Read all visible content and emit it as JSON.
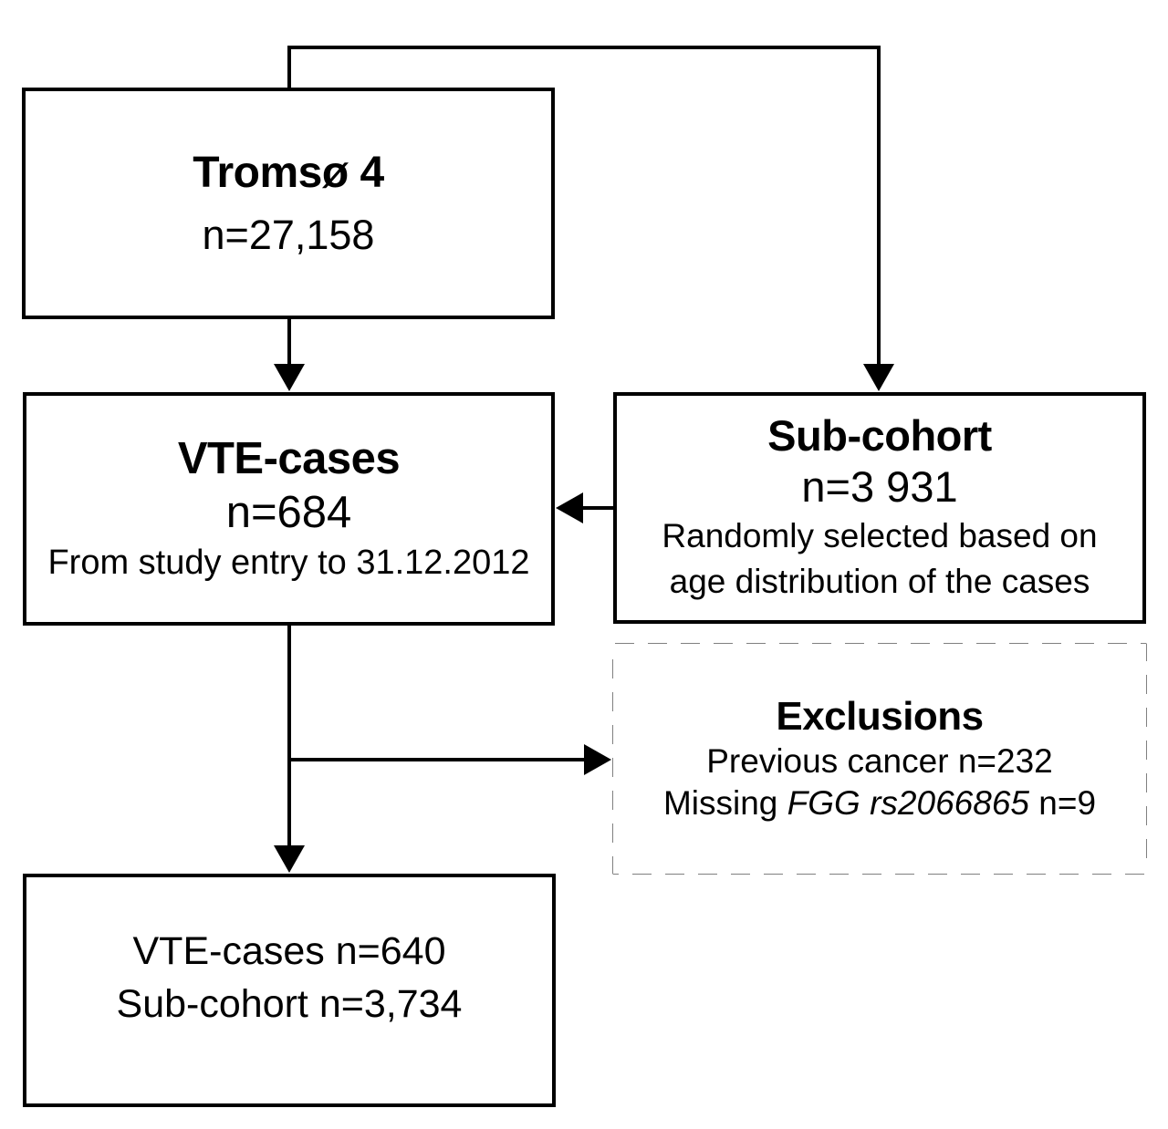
{
  "diagram": {
    "title_hint": "Study flow chart",
    "colors": {
      "line": "#000000",
      "text": "#000000",
      "background": "#ffffff"
    },
    "boxes": {
      "tromso": {
        "title": "Tromsø 4",
        "n": "n=27,158"
      },
      "vte": {
        "title": "VTE-cases",
        "n": "n=684",
        "note": "From study entry to 31.12.2012"
      },
      "subcohort": {
        "title": "Sub-cohort",
        "n": "n=3 931",
        "note": "Randomly selected based on age distribution of the cases"
      },
      "exclusions": {
        "title": "Exclusions",
        "line1": "Previous cancer n=232",
        "line2_prefix": "Missing ",
        "line2_italic": "FGG rs2066865",
        "line2_suffix": " n=9"
      },
      "final": {
        "line1": "VTE-cases n=640",
        "line2": "Sub-cohort n=3,734"
      }
    }
  }
}
